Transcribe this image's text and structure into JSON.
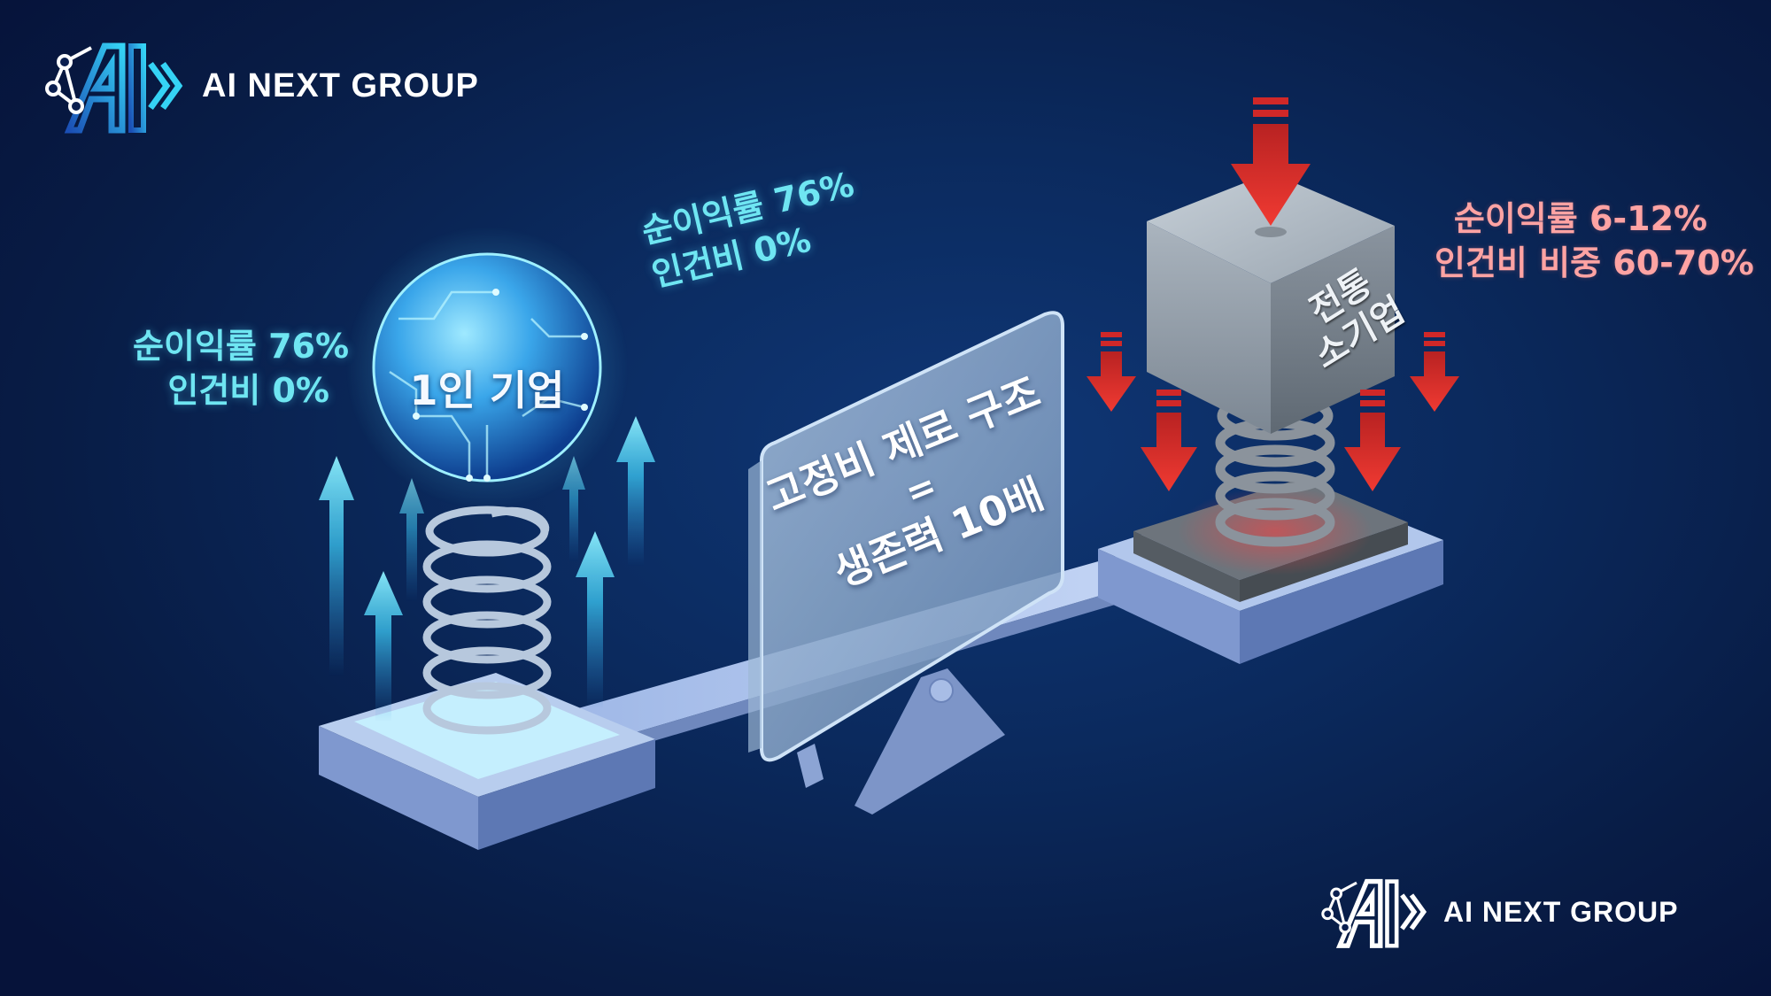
{
  "brand": {
    "name": "AI NEXT GROUP",
    "mark": "AI",
    "colors": {
      "mark_gradient_start": "#1b4fb5",
      "mark_gradient_end": "#35d3f5",
      "text": "#ffffff"
    }
  },
  "logos": {
    "top_left": {
      "text": "AI NEXT GROUP",
      "icon": "ai-network-logo-icon"
    },
    "bottom_right": {
      "text": "AI NEXT GROUP",
      "icon": "ai-network-logo-icon"
    }
  },
  "one_person_company": {
    "title": "1인 기업",
    "stats_left": {
      "line1": "순이익률 76%",
      "line2": "인건비 0%"
    },
    "stats_tilted": {
      "line1": "순이익률 76%",
      "line2": "인건비 0%"
    },
    "icons": [
      "circuit-globe-icon",
      "spring-icon",
      "up-arrow-icon"
    ],
    "color": "#6fe6f2"
  },
  "traditional_small_business": {
    "title_line1": "전통",
    "title_line2": "소기업",
    "stats": {
      "line1": "순이익률 6-12%",
      "line2": "인건비 비중 60-70%"
    },
    "icons": [
      "metal-cube-icon",
      "compressed-spring-icon",
      "down-arrow-icon"
    ],
    "color": "#ffa3a3"
  },
  "center_sign": {
    "line1": "고정비 제로 구조",
    "equals": "=",
    "line2": "생존력 10배"
  },
  "colors": {
    "background": "#0b2a5e",
    "arrow_up": "#4fd8f5",
    "arrow_down": "#e03030",
    "platform": "#8fa9dc"
  }
}
